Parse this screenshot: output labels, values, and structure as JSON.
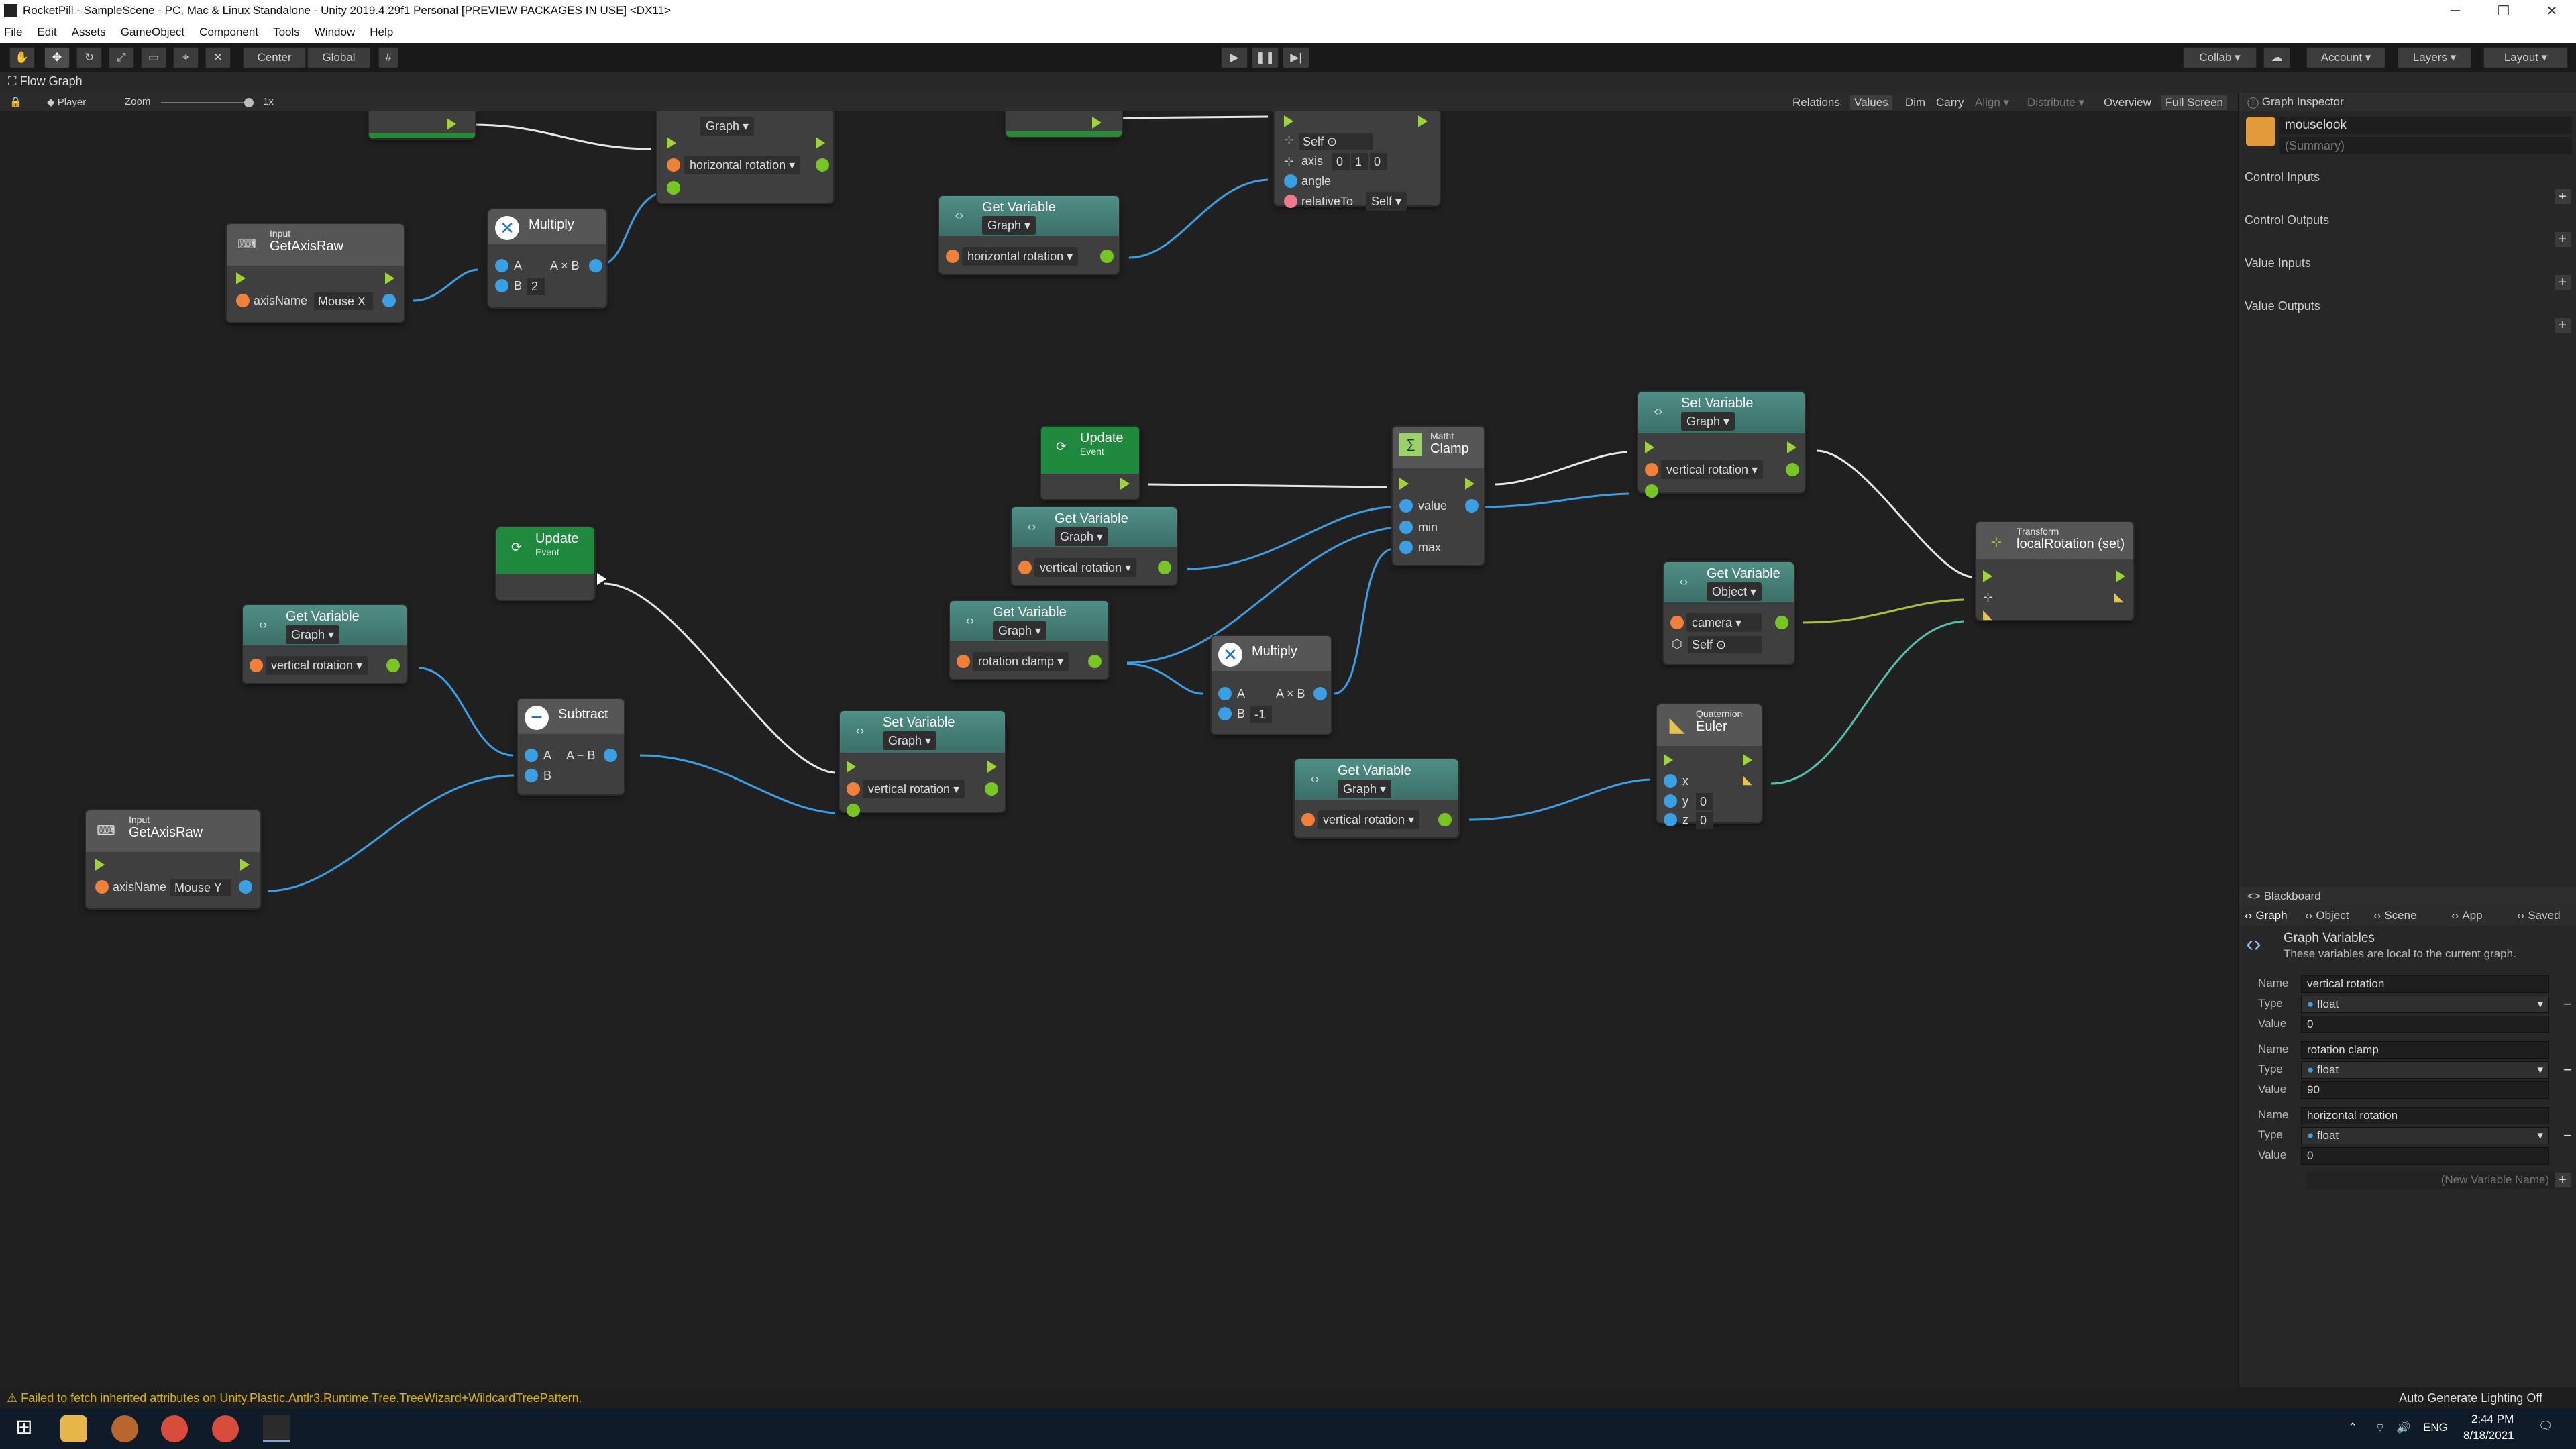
{
  "window": {
    "title": "RocketPill - SampleScene - PC, Mac & Linux Standalone - Unity 2019.4.29f1 Personal [PREVIEW PACKAGES IN USE] <DX11>"
  },
  "menu": [
    "File",
    "Edit",
    "Assets",
    "GameObject",
    "Component",
    "Tools",
    "Window",
    "Help"
  ],
  "toolbar": {
    "pivot_label": "Center",
    "space_label": "Global",
    "collab_label": "Collab ▾",
    "account_label": "Account",
    "layers_label": "Layers",
    "layout_label": "Layout"
  },
  "tab": {
    "label": "Flow Graph"
  },
  "graphbar": {
    "player": "Player",
    "zoom_label": "Zoom",
    "zoom_value": "1x",
    "right_buttons": [
      "Relations",
      "Values",
      "Dim",
      "Carry",
      "Align ▾",
      "Distribute ▾",
      "Overview",
      "Full Screen"
    ]
  },
  "nodes": {
    "getaxis_x": {
      "cat": "Input",
      "title": "GetAxisRaw",
      "port": "axisName",
      "value": "Mouse X"
    },
    "multiply_top": {
      "title": "Multiply",
      "a": "A",
      "b": "B",
      "b_val": "2",
      "out": "A × B"
    },
    "graph_top": {
      "kind": "Graph",
      "field": "horizontal rotation"
    },
    "getvar_hrot": {
      "title": "Get Variable",
      "kind": "Graph",
      "field": "horizontal rotation"
    },
    "rotate_top": {
      "self": "Self",
      "axis": "axis",
      "ax0": "0",
      "ax1": "1",
      "ax2": "0",
      "angle": "angle",
      "relativeTo": "relativeTo",
      "rel_val": "Self"
    },
    "update_mid": {
      "title": "Update",
      "cat": "Event"
    },
    "getvar_vrot1": {
      "title": "Get Variable",
      "kind": "Graph",
      "field": "vertical rotation"
    },
    "getvar_clamp": {
      "title": "Get Variable",
      "kind": "Graph",
      "field": "rotation clamp"
    },
    "clamp": {
      "cat": "Mathf",
      "title": "Clamp",
      "value": "value",
      "min": "min",
      "max": "max"
    },
    "setvar_top": {
      "title": "Set Variable",
      "kind": "Graph",
      "field": "vertical rotation"
    },
    "getvar_obj": {
      "title": "Get Variable",
      "kind": "Object",
      "field": "camera",
      "self": "Self"
    },
    "transform": {
      "cat": "Transform",
      "title": "localRotation (set)"
    },
    "multiply_neg": {
      "title": "Multiply",
      "a": "A",
      "b": "B",
      "b_val": "-1",
      "out": "A × B"
    },
    "update_left": {
      "title": "Update",
      "cat": "Event"
    },
    "getvar_vrot2": {
      "title": "Get Variable",
      "kind": "Graph",
      "field": "vertical rotation"
    },
    "subtract": {
      "title": "Subtract",
      "a": "A",
      "b": "B",
      "out": "A − B"
    },
    "setvar_bottom": {
      "title": "Set Variable",
      "kind": "Graph",
      "field": "vertical rotation"
    },
    "getvar_vrot3": {
      "title": "Get Variable",
      "kind": "Graph",
      "field": "vertical rotation"
    },
    "euler": {
      "cat": "Quaternion",
      "title": "Euler",
      "x": "x",
      "y": "y",
      "y_val": "0",
      "z": "z",
      "z_val": "0"
    },
    "getaxis_y": {
      "cat": "Input",
      "title": "GetAxisRaw",
      "port": "axisName",
      "value": "Mouse Y"
    }
  },
  "inspector": {
    "header": "Graph Inspector",
    "graph_name": "mouselook",
    "summary": "(Summary)",
    "sections": [
      "Control Inputs",
      "Control Outputs",
      "Value Inputs",
      "Value Outputs"
    ]
  },
  "blackboard": {
    "header": "Blackboard",
    "tabs": [
      "Graph",
      "Object",
      "Scene",
      "App",
      "Saved"
    ],
    "title": "Graph Variables",
    "subtitle": "These variables are local to the current graph.",
    "name_label": "Name",
    "type_label": "Type",
    "value_label": "Value",
    "variables": [
      {
        "name": "vertical rotation",
        "type": "float",
        "value": "0"
      },
      {
        "name": "rotation clamp",
        "type": "float",
        "value": "90"
      },
      {
        "name": "horizontal rotation",
        "type": "float",
        "value": "0"
      }
    ],
    "new_var_placeholder": "(New Variable Name)"
  },
  "status": {
    "message": "Failed to fetch inherited attributes on Unity.Plastic.Antlr3.Runtime.Tree.TreeWizard+WildcardTreePattern.",
    "right": "Auto Generate Lighting Off"
  },
  "taskbar": {
    "lang": "ENG",
    "time": "2:44 PM",
    "date": "8/18/2021"
  },
  "colors": {
    "warning": "#d9b400",
    "flow": "#9ed13a",
    "float": "#3aa0e3",
    "object": "#f0803a"
  }
}
